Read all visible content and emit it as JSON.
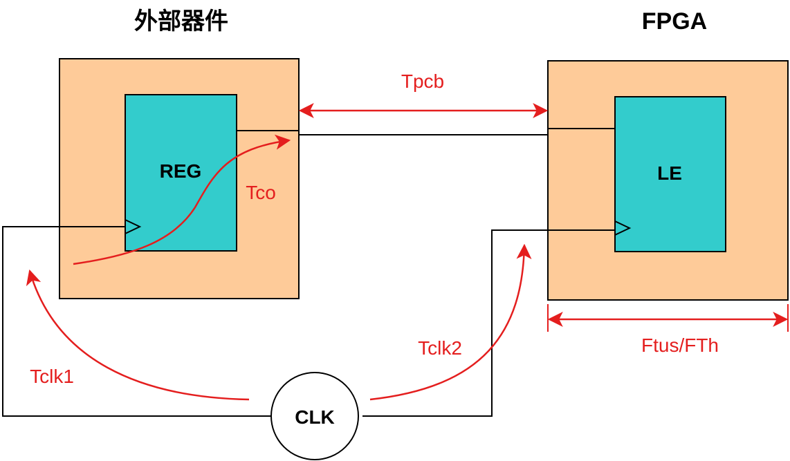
{
  "titles": {
    "external": "外部器件",
    "fpga": "FPGA"
  },
  "blocks": {
    "reg": "REG",
    "le": "LE",
    "clk": "CLK"
  },
  "timing_labels": {
    "tpcb": "Tpcb",
    "tco": "Tco",
    "tclk1": "Tclk1",
    "tclk2": "Tclk2",
    "ftus": "Ftus/FTh"
  },
  "colors": {
    "chip_fill": "#fecb99",
    "reg_fill": "#33cccc",
    "annotation": "#e41e1e",
    "wire": "#000000"
  }
}
